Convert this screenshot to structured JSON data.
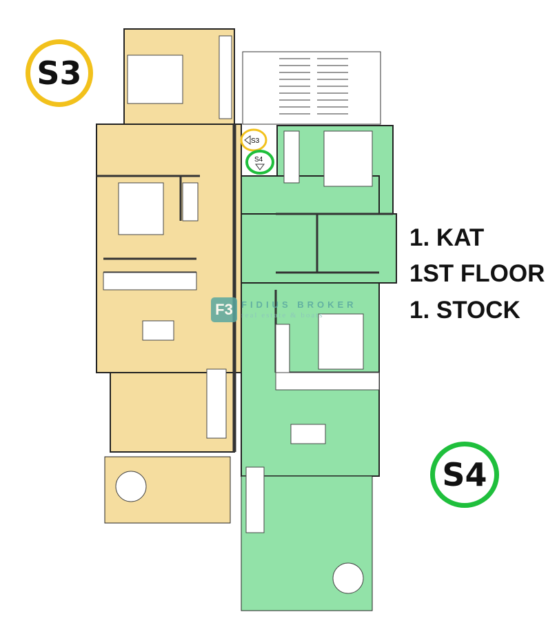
{
  "colors": {
    "unit_s3": "#f5dd9f",
    "unit_s4": "#92e2a8",
    "badge_s3": "#f2c11c",
    "badge_s4": "#1fbf3c",
    "logo": "#5aa8a0"
  },
  "units": {
    "s3": "S3",
    "s4": "S4"
  },
  "entrance_markers": {
    "s3": "S3",
    "s4": "S4"
  },
  "floor_labels": [
    "1. KAT",
    "1ST FLOOR",
    "1. STOCK"
  ],
  "logo": {
    "mark": "F3",
    "name": "FIDIUS BROKER",
    "tagline": "real estate & boats"
  }
}
